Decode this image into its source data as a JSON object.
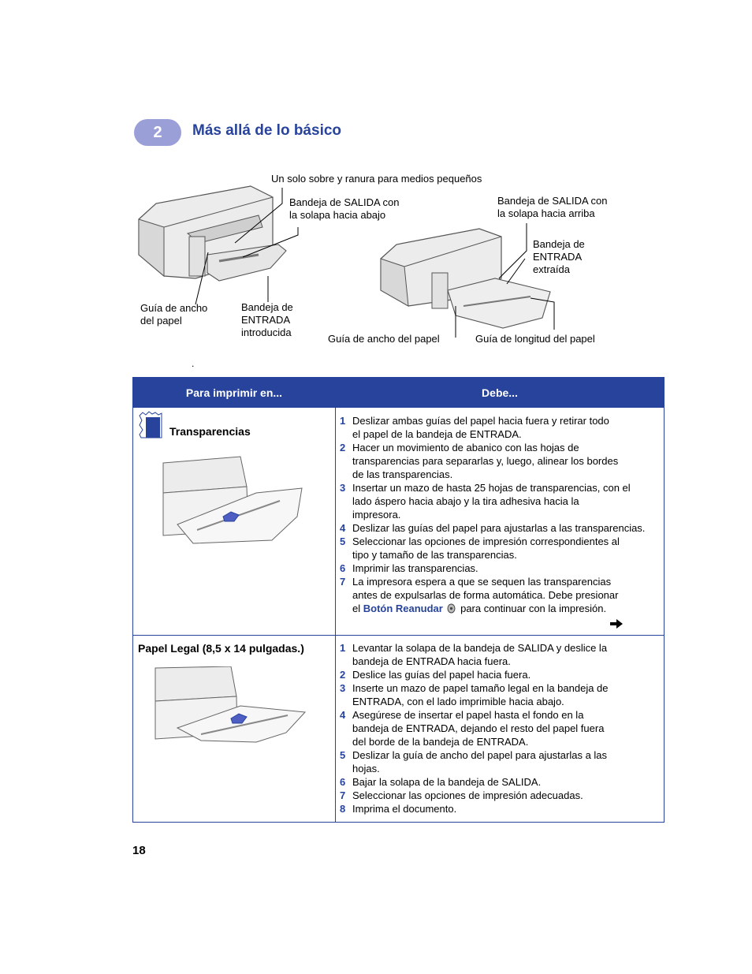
{
  "header": {
    "chapter_number": "2",
    "chapter_title": "Más allá de lo básico"
  },
  "figure": {
    "callouts": {
      "envelope_slot": "Un solo sobre y ranura para medios pequeños",
      "out_tray_down": [
        "Bandeja de SALIDA con",
        "la solapa hacia abajo"
      ],
      "out_tray_up": [
        "Bandeja de SALIDA con",
        "la solapa hacia arriba"
      ],
      "in_tray_extracted": [
        "Bandeja de",
        "ENTRADA",
        "extraída"
      ],
      "width_guide_left": [
        "Guía de ancho",
        "del papel"
      ],
      "in_tray_inserted": [
        "Bandeja de",
        "ENTRADA",
        "introducida"
      ],
      "width_guide_right": "Guía de ancho del papel",
      "length_guide": "Guía de longitud del papel"
    }
  },
  "stray_mark": ".",
  "table": {
    "headers": [
      "Para imprimir en...",
      "Debe..."
    ],
    "rows": [
      {
        "title": "Transparencias",
        "steps": [
          {
            "n": "1",
            "lines": [
              "Deslizar ambas guías del papel hacia fuera y retirar todo",
              "el papel de la bandeja de ENTRADA."
            ]
          },
          {
            "n": "2",
            "lines": [
              "Hacer un movimiento de abanico con las hojas de",
              "transparencias para separarlas y, luego, alinear los bordes",
              "de las transparencias."
            ]
          },
          {
            "n": "3",
            "lines": [
              "Insertar un mazo de hasta 25 hojas de transparencias, con el",
              "lado áspero hacia abajo y la tira adhesiva hacia la",
              "impresora."
            ]
          },
          {
            "n": "4",
            "lines": [
              "Deslizar las guías del papel para ajustarlas a las transparencias."
            ]
          },
          {
            "n": "5",
            "lines": [
              "Seleccionar las opciones de impresión correspondientes al",
              "tipo y tamaño de las transparencias."
            ]
          },
          {
            "n": "6",
            "lines": [
              "Imprimir las transparencias."
            ]
          },
          {
            "n": "7",
            "lines": [
              "La impresora espera a que se sequen las transparencias",
              "antes de expulsarlas de forma automática. Debe presionar"
            ]
          }
        ],
        "step7_last": {
          "prefix": "el ",
          "resume_label": "Botón Reanudar",
          "suffix": " para continuar con la impresión."
        }
      },
      {
        "title": "Papel Legal (8,5 x 14 pulgadas.)",
        "steps": [
          {
            "n": "1",
            "lines": [
              "Levantar la solapa de la bandeja de SALIDA y deslice la",
              "bandeja de ENTRADA hacia fuera."
            ]
          },
          {
            "n": "2",
            "lines": [
              "Deslice las guías del papel hacia fuera."
            ]
          },
          {
            "n": "3",
            "lines": [
              "Inserte un mazo de papel tamaño legal en la bandeja de",
              "ENTRADA, con el lado imprimible hacia abajo."
            ]
          },
          {
            "n": "4",
            "lines": [
              "Asegúrese de insertar el papel hasta el fondo en la",
              "bandeja de ENTRADA, dejando el resto del papel fuera",
              "del borde de la bandeja de ENTRADA."
            ]
          },
          {
            "n": "5",
            "lines": [
              "Deslizar la guía de ancho del papel para ajustarlas a las",
              "hojas."
            ]
          },
          {
            "n": "6",
            "lines": [
              "Bajar la solapa de la bandeja de SALIDA."
            ]
          },
          {
            "n": "7",
            "lines": [
              "Seleccionar las opciones de impresión adecuadas."
            ]
          },
          {
            "n": "8",
            "lines": [
              "Imprima el documento."
            ]
          }
        ]
      }
    ]
  },
  "footer": {
    "page_number": "18"
  },
  "colors": {
    "accent": "#27439b",
    "badge": "#9b9fd8"
  },
  "icons": [
    "transparency-media-icon",
    "resume-button-icon",
    "continue-arrow-icon"
  ]
}
